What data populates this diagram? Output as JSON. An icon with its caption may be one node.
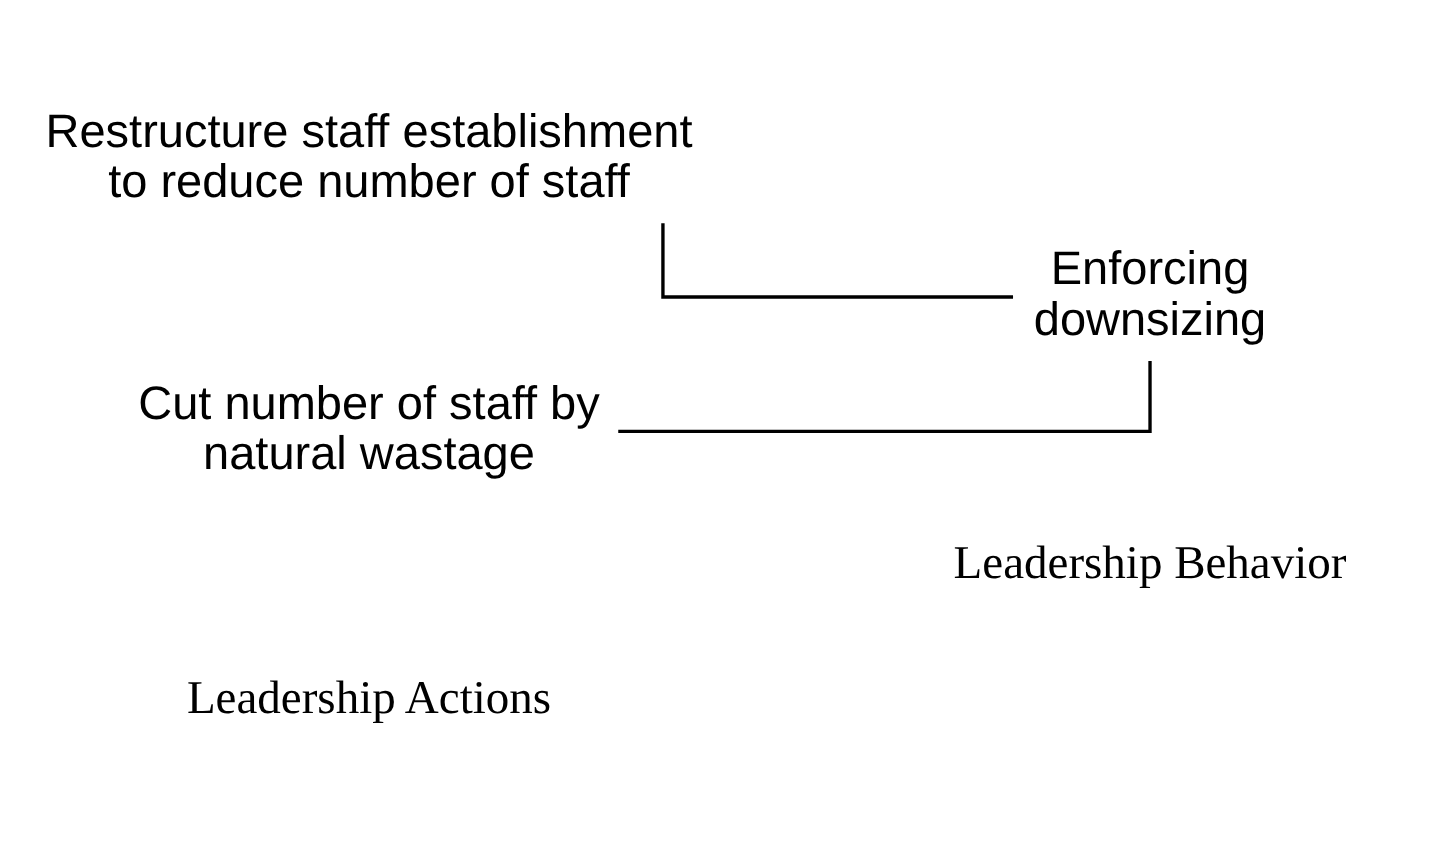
{
  "diagram": {
    "nodes": [
      {
        "text": [
          "Restructure staff establishment to reduce number of staff"
        ]
      },
      {
        "text": [
          "Cut number of staff by natural wastage"
        ]
      },
      {
        "text": [
          "Enforcing downsizing"
        ]
      }
    ],
    "edges": [
      {
        "from": 0,
        "to": 2,
        "arrow": "none"
      },
      {
        "from": 1,
        "to": 2,
        "arrow": "none"
      }
    ],
    "labels": [
      "Leadership Actions",
      "Leadership Behavior"
    ]
  }
}
